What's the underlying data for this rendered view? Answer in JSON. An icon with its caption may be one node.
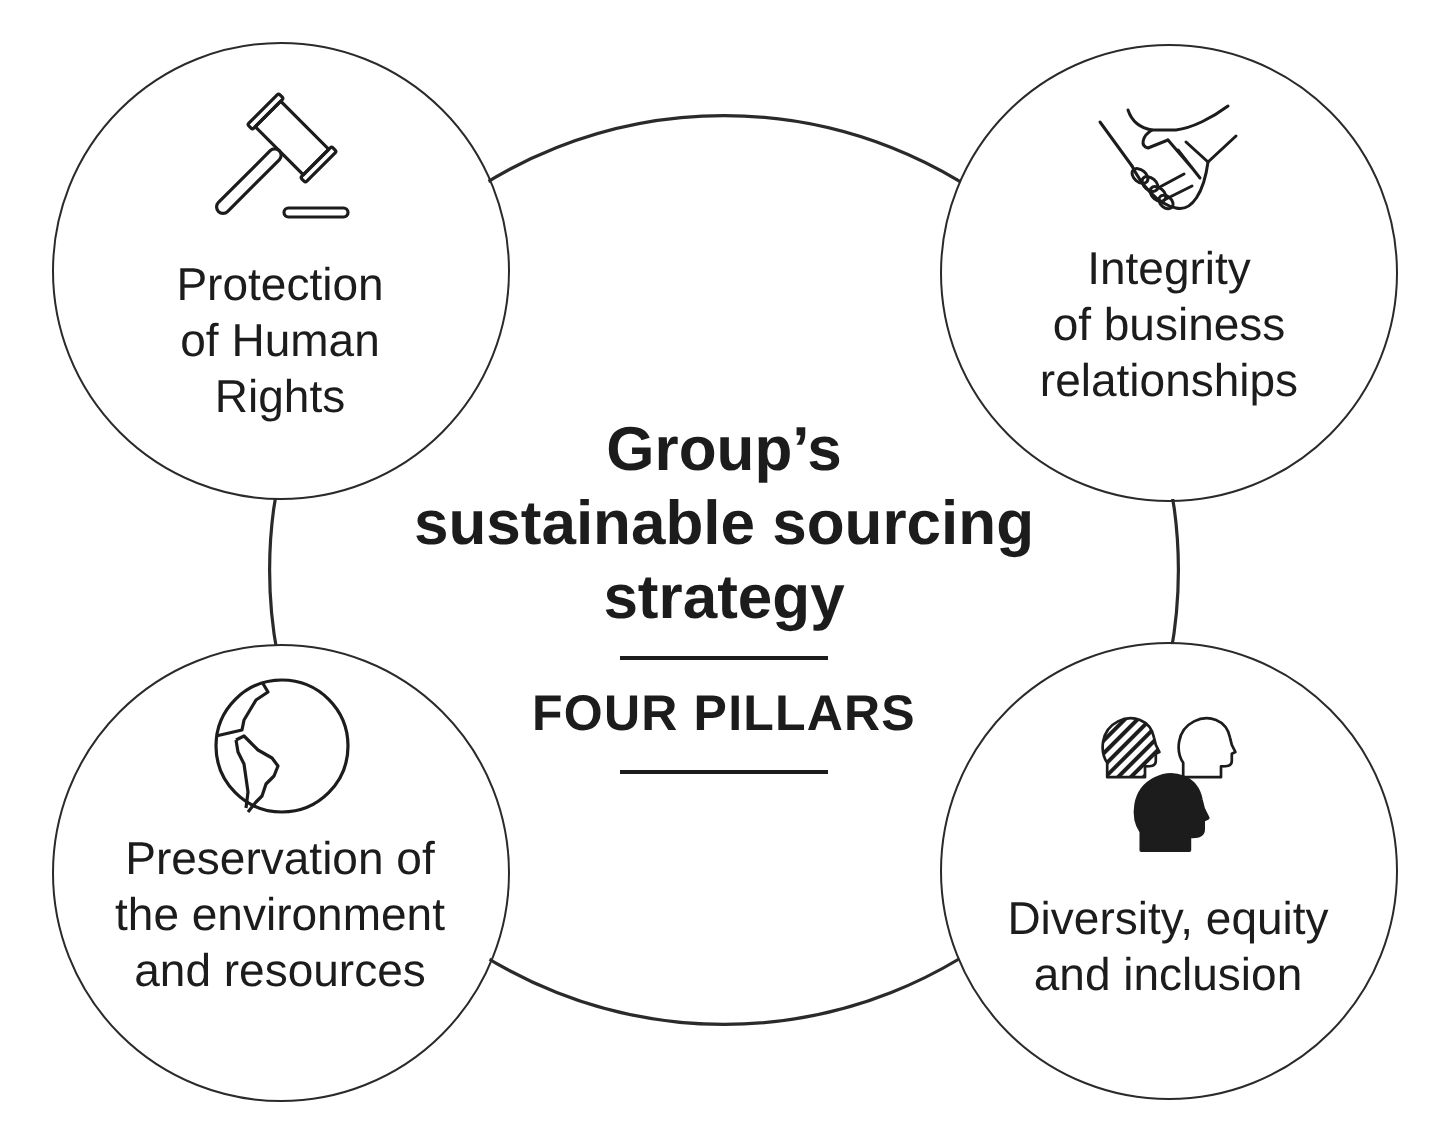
{
  "diagram": {
    "nodes": [
      {
        "text": [
          "Protection of Human Rights"
        ]
      },
      {
        "text": [
          "Integrity of business relationships"
        ]
      },
      {
        "text": [
          "Group’s sustainable sourcing strategy",
          "FOUR PILLARS"
        ]
      },
      {
        "text": [
          "Preservation of the environment and resources"
        ]
      },
      {
        "text": [
          "Diversity, equity and inclusion"
        ]
      }
    ]
  }
}
